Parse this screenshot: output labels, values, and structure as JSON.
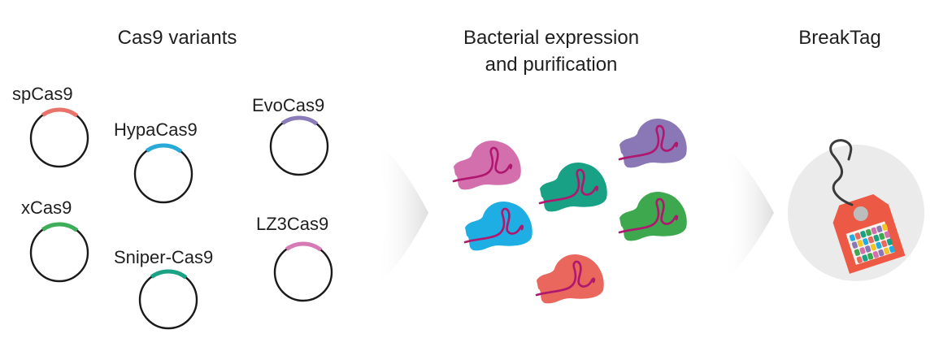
{
  "sections": {
    "variants_title": "Cas9 variants",
    "expression_title_line1": "Bacterial expression",
    "expression_title_line2": "and purification",
    "breaktag_title": "BreakTag"
  },
  "variants": [
    {
      "name": "spCas9",
      "color": "#e8736b"
    },
    {
      "name": "HypaCas9",
      "color": "#29a9d8"
    },
    {
      "name": "EvoCas9",
      "color": "#8b7bb8"
    },
    {
      "name": "xCas9",
      "color": "#3fae5a"
    },
    {
      "name": "Sniper-Cas9",
      "color": "#1aa287"
    },
    {
      "name": "LZ3Cas9",
      "color": "#d67ab6"
    }
  ],
  "proteins": [
    {
      "variant": "LZ3Cas9",
      "color": "#d46fae"
    },
    {
      "variant": "EvoCas9",
      "color": "#8a78b6"
    },
    {
      "variant": "Sniper-Cas9",
      "color": "#18a184"
    },
    {
      "variant": "HypaCas9",
      "color": "#1eaee3"
    },
    {
      "variant": "xCas9",
      "color": "#3ea84f"
    },
    {
      "variant": "spCas9",
      "color": "#e9675d"
    }
  ],
  "colors": {
    "guide_rna": "#b0176f",
    "arrow": "#e3e3e3",
    "tag_background": "#ebebeb",
    "tag": "#ec5a45",
    "tag_hole": "#bdbdbd",
    "string": "#3a3a3a"
  },
  "tag_cells": [
    "#1eaee3",
    "#8a78b6",
    "#3ea84f",
    "#e9675d",
    "#f6c324",
    "#d46fae",
    "#18a184"
  ]
}
